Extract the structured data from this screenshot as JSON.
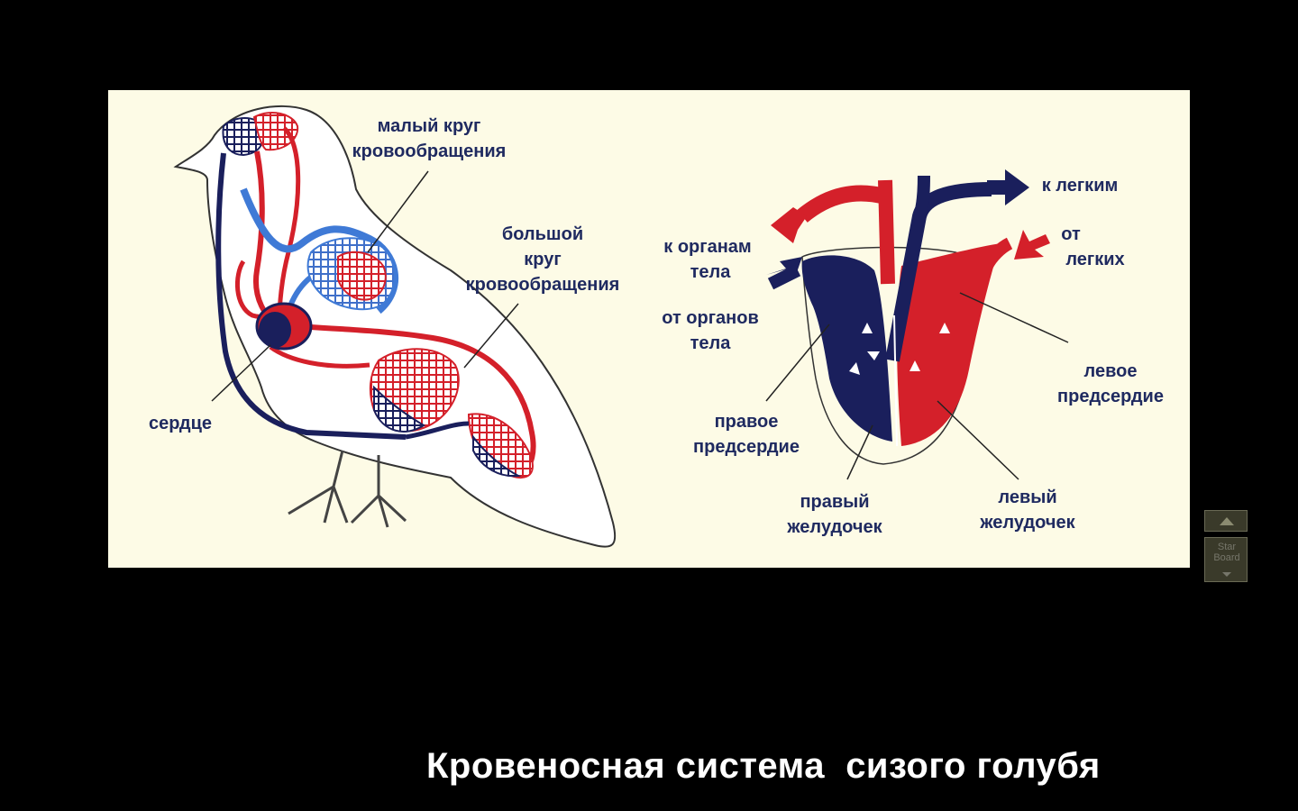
{
  "labels": {
    "pulmonary_line1": "малый круг",
    "pulmonary_line2": "кровообращения",
    "systemic_line1": "большой",
    "systemic_line2": "круг",
    "systemic_line3": "кровообращения",
    "heart": "сердце",
    "to_lungs": "к легким",
    "from_lungs_line1": "от",
    "from_lungs_line2": "легких",
    "to_body_line1": "к органам",
    "to_body_line2": "тела",
    "from_body_line1": "от органов",
    "from_body_line2": "тела",
    "left_atrium_line1": "левое",
    "left_atrium_line2": "предсердие",
    "right_atrium_line1": "правое",
    "right_atrium_line2": "предсердие",
    "right_ventricle_line1": "правый",
    "right_ventricle_line2": "желудочек",
    "left_ventricle_line1": "левый",
    "left_ventricle_line2": "желудочек"
  },
  "caption": "Кровеносная система  сизого голубя",
  "nav": {
    "star_board": "Star\nBoard"
  },
  "colors": {
    "arterial": "#d4202a",
    "venous": "#1a1f5c",
    "capillary_blue": "#3f7ad6",
    "panel": "#fdfbe6"
  },
  "icons": [
    "up-arrow-icon",
    "down-arrow-icon"
  ]
}
